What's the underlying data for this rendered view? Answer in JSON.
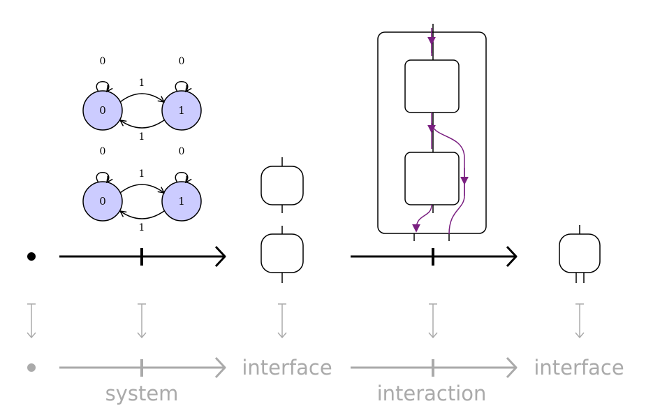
{
  "automata": [
    {
      "states": [
        "0",
        "1"
      ],
      "self_loop_labels": [
        "0",
        "0"
      ],
      "forward_label": "1",
      "backward_label": "1",
      "state_fill": "#ccccff"
    },
    {
      "states": [
        "0",
        "1"
      ],
      "self_loop_labels": [
        "0",
        "0"
      ],
      "forward_label": "1",
      "backward_label": "1",
      "state_fill": "#ccccff"
    }
  ],
  "bottom_row": {
    "system_label": "system",
    "interface_label_1": "interface",
    "interaction_label": "interaction",
    "interface_label_2": "interface"
  },
  "colors": {
    "ink": "#000000",
    "gray": "#aaaaaa",
    "purple": "#7a1f80"
  }
}
